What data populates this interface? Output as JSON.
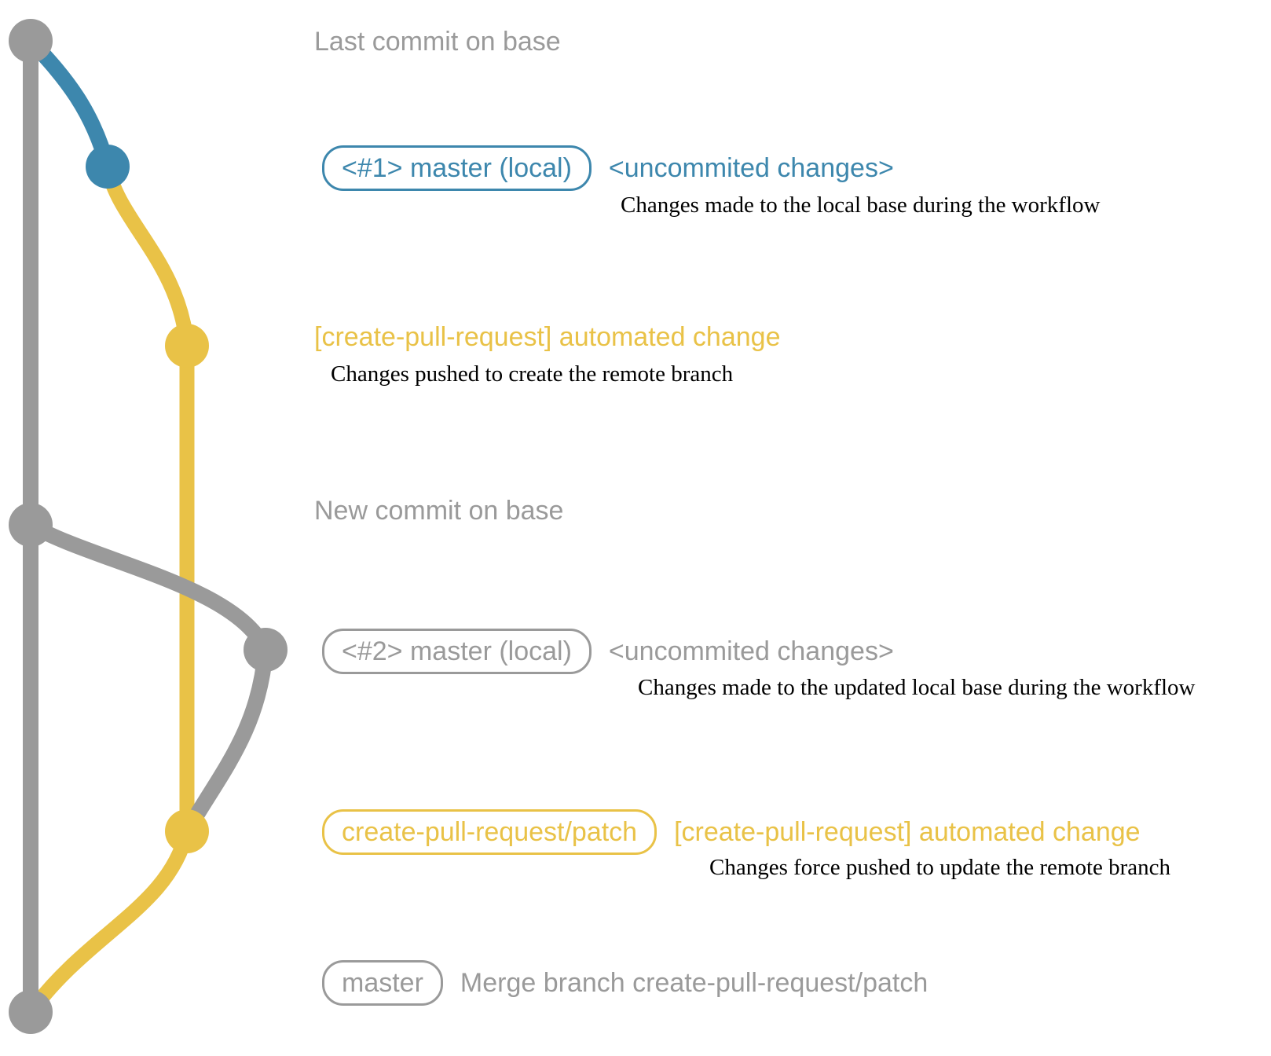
{
  "colors": {
    "base": "#9a9a9a",
    "local": "#3d87ad",
    "patch": "#e9c247",
    "ink": "#000000"
  },
  "labels": {
    "last_commit_on_base": "Last commit on base",
    "new_commit_on_base": "New commit on base"
  },
  "rows": {
    "local1": {
      "badge": "<#1> master (local)",
      "message": "<uncommited changes>",
      "description": "Changes made to the local base during the workflow"
    },
    "patch1": {
      "message": "[create-pull-request] automated change",
      "description": "Changes pushed to create the remote branch"
    },
    "local2": {
      "badge": "<#2> master (local)",
      "message": "<uncommited changes>",
      "description": "Changes made to the updated local base during the workflow"
    },
    "patch2": {
      "badge": "create-pull-request/patch",
      "message": "[create-pull-request] automated change",
      "description": "Changes force pushed to update the remote branch"
    },
    "merge": {
      "badge": "master",
      "message": "Merge branch create-pull-request/patch"
    }
  }
}
